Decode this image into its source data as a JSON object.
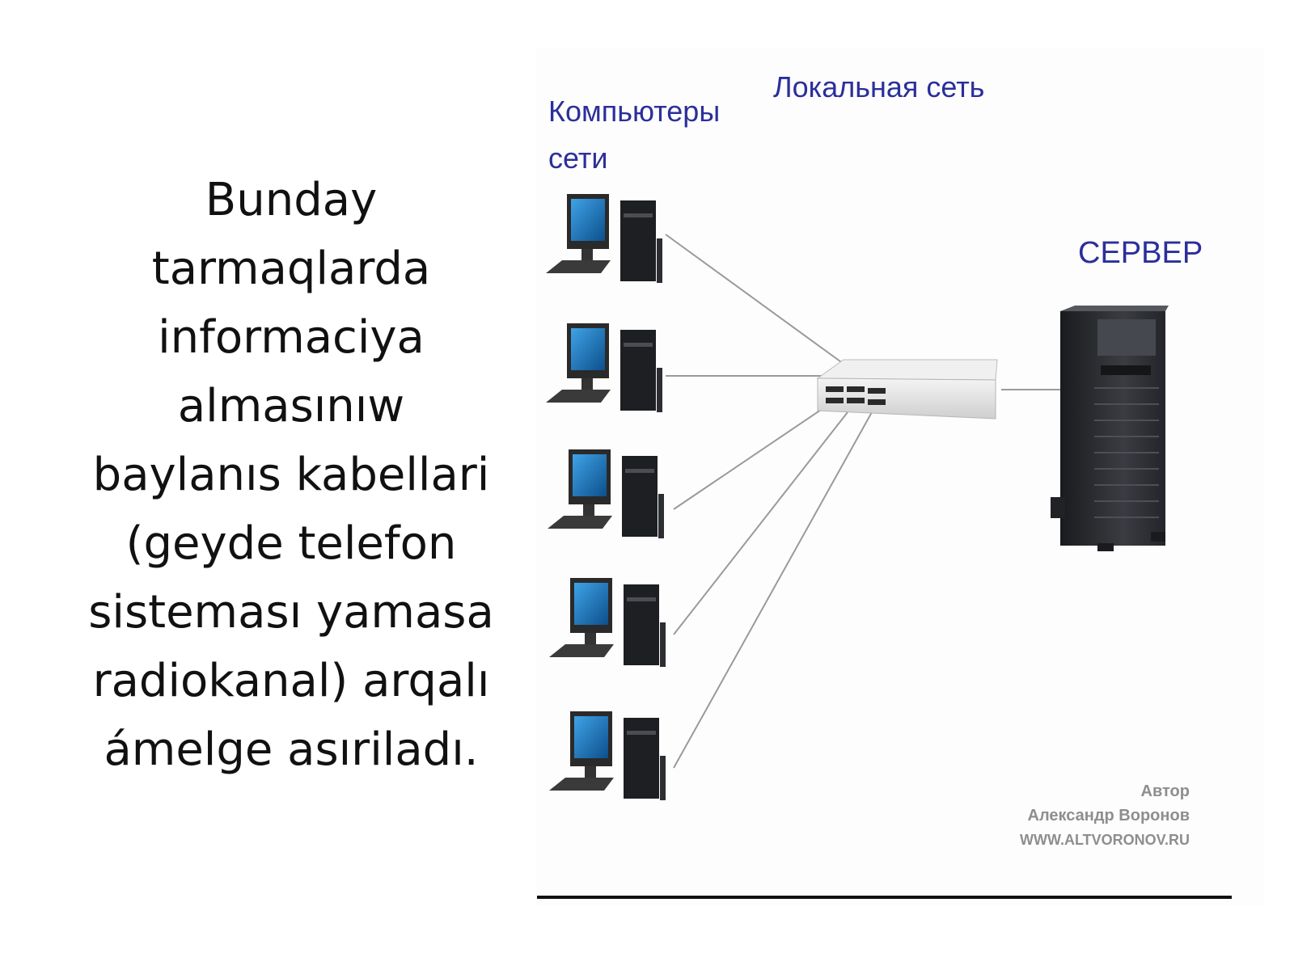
{
  "slide": {
    "text_lines": [
      "Bunday",
      "tarmaqlarda",
      "informaciya",
      "almasınıw",
      "baylanıs kabellari",
      "(geyde telefon",
      "sisteması yamasa",
      "radiokanal) arqalı",
      "ámelge asıriladı."
    ]
  },
  "figure": {
    "title": "Локальная сеть",
    "computers_label_line1": "Компьютеры",
    "computers_label_line2": "сети",
    "server_label": "СЕРВЕР",
    "watermark_lines": [
      "Автор",
      "Александр Воронов",
      "WWW.ALTVORONOV.RU"
    ],
    "computer_count": 5,
    "colors": {
      "label": "#2b2f9a",
      "cable": "#9a9a9a",
      "monitor_screen": "#1f7fc6",
      "tower": "#1d1f22",
      "switch": "#e6e6e6",
      "server": "#2a2c30"
    }
  }
}
